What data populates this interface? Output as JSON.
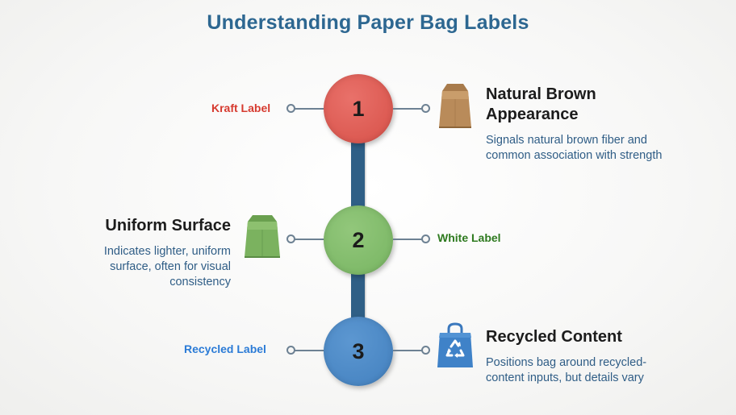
{
  "title": "Understanding Paper Bag Labels",
  "colors": {
    "title": "#2d6791",
    "stem": "#2f5f86",
    "kraft": "#dc5a52",
    "white": "#7fba69",
    "recycled": "#4a87c4",
    "kraft_label_text": "#d63a2f",
    "white_label_text": "#2e7a1f",
    "recycled_label_text": "#2b7bd6",
    "description_text": "#2f5d86"
  },
  "items": [
    {
      "number": "1",
      "label": "Kraft Label",
      "heading": "Natural Brown Appearance",
      "description": "Signals natural brown fiber and common association with strength",
      "icon": "brown-paper-bag-icon"
    },
    {
      "number": "2",
      "label": "White Label",
      "heading": "Uniform Surface",
      "description": "Indicates lighter, uniform surface, often for visual consistency",
      "icon": "green-paper-bag-icon"
    },
    {
      "number": "3",
      "label": "Recycled Label",
      "heading": "Recycled Content",
      "description": "Positions bag around recycled-content inputs, but details vary",
      "icon": "recycle-shopping-bag-icon"
    }
  ]
}
